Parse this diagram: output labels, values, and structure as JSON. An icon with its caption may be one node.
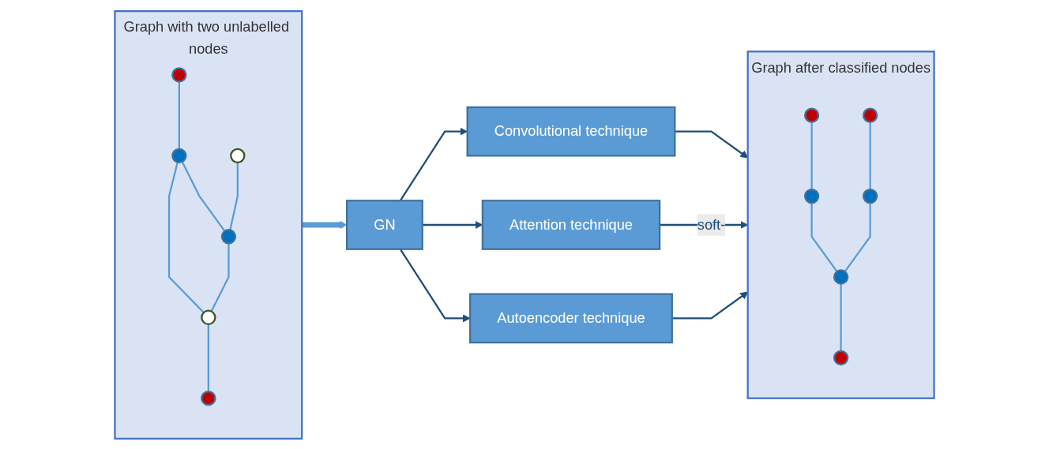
{
  "diagram": {
    "nodes": [
      {
        "text": [],
        "shape": "box",
        "beside": [
          "Graph with two unlabelled nodes"
        ]
      },
      {
        "text": [],
        "shape": "circle",
        "in": 0
      },
      {
        "text": [],
        "shape": "circle",
        "in": 0
      },
      {
        "text": [],
        "shape": "circle",
        "in": 0
      },
      {
        "text": [],
        "shape": "circle",
        "in": 0
      },
      {
        "text": [],
        "shape": "circle",
        "in": 0
      },
      {
        "text": [],
        "shape": "circle",
        "in": 0
      },
      {
        "text": [
          "GN"
        ]
      },
      {
        "text": [
          "Convolutional technique"
        ]
      },
      {
        "text": [
          "Attention technique"
        ]
      },
      {
        "text": [
          "Autoencoder technique"
        ]
      },
      {
        "text": [],
        "shape": "box",
        "beside": [
          "Graph after classified nodes"
        ]
      },
      {
        "text": [],
        "shape": "circle",
        "in": 11
      },
      {
        "text": [],
        "shape": "circle",
        "in": 11
      },
      {
        "text": [],
        "shape": "circle",
        "in": 11
      },
      {
        "text": [],
        "shape": "circle",
        "in": 11
      },
      {
        "text": [],
        "shape": "circle",
        "in": 11
      },
      {
        "text": [],
        "shape": "circle",
        "in": 11
      }
    ],
    "edges": [
      {
        "from": 1,
        "to": 3,
        "arrow": "none"
      },
      {
        "from": 2,
        "to": 4,
        "arrow": "none"
      },
      {
        "from": 3,
        "to": 4,
        "arrow": "none"
      },
      {
        "from": 3,
        "to": 5,
        "arrow": "none"
      },
      {
        "from": 4,
        "to": 5,
        "arrow": "none"
      },
      {
        "from": 5,
        "to": 6,
        "arrow": "none"
      },
      {
        "from": 0,
        "to": 7,
        "arrow": "to",
        "style": "thick"
      },
      {
        "from": 7,
        "to": 8,
        "arrow": "to",
        "color": "#1f4e79"
      },
      {
        "from": 7,
        "to": 9,
        "arrow": "to",
        "color": "#1f4e79"
      },
      {
        "from": 7,
        "to": 10,
        "arrow": "to",
        "color": "#1f4e79"
      },
      {
        "from": 8,
        "to": 11,
        "arrow": "to",
        "color": "#1f4e79"
      },
      {
        "from": 9,
        "to": 11,
        "arrow": "to",
        "label": "soft-",
        "color": "#1f4e79"
      },
      {
        "from": 10,
        "to": 11,
        "arrow": "to",
        "color": "#1f4e79"
      },
      {
        "from": 12,
        "to": 14,
        "arrow": "none"
      },
      {
        "from": 13,
        "to": 15,
        "arrow": "none"
      },
      {
        "from": 14,
        "to": 16,
        "arrow": "none"
      },
      {
        "from": 15,
        "to": 16,
        "arrow": "none"
      },
      {
        "from": 16,
        "to": 17,
        "arrow": "none"
      }
    ]
  }
}
